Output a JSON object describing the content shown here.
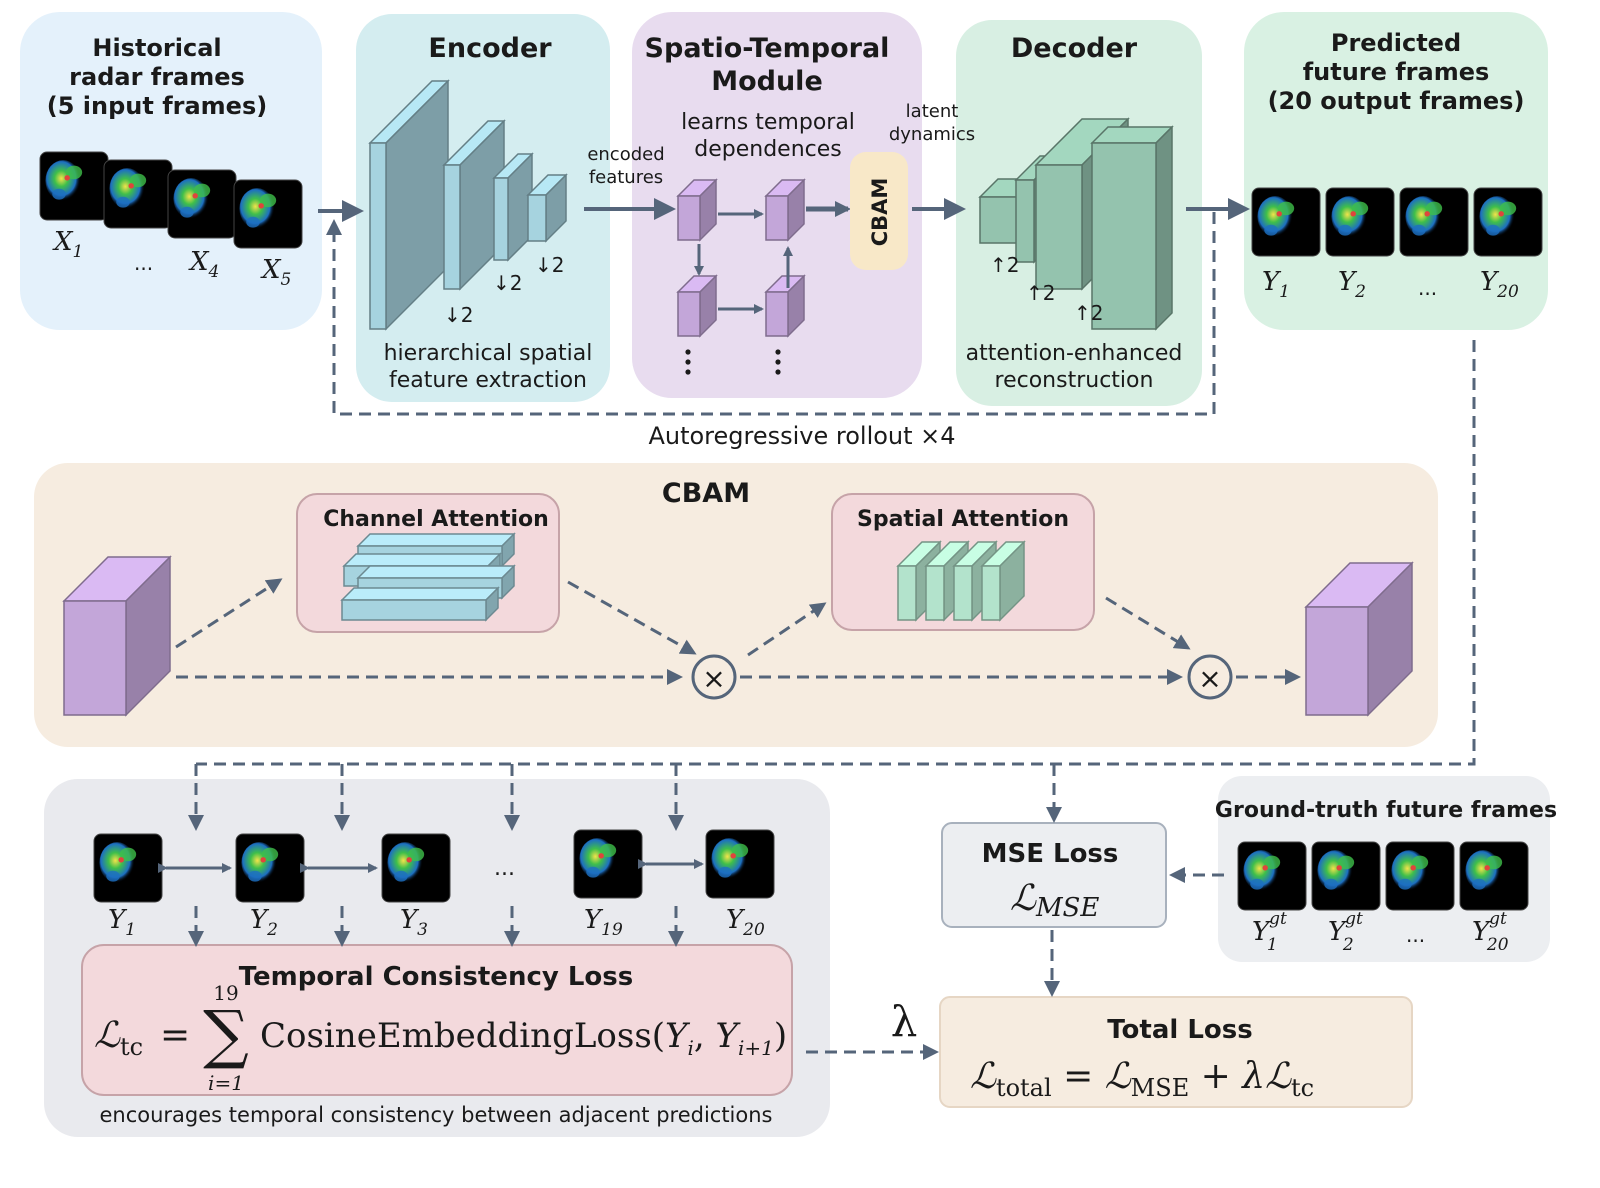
{
  "input": {
    "title_lines": [
      "Historical",
      "radar frames",
      "(5 input frames)"
    ],
    "labels": [
      "X",
      "...",
      "X",
      "X"
    ],
    "subs": [
      "1",
      "",
      "4",
      "5"
    ]
  },
  "encoder": {
    "title": "Encoder",
    "downs": [
      "↓2",
      "↓2",
      "↓2"
    ],
    "desc_lines": [
      "hierarchical spatial",
      "feature extraction"
    ]
  },
  "encoded_features_lines": [
    "encoded",
    "features"
  ],
  "stm": {
    "title_lines": [
      "Spatio-Temporal",
      "Module"
    ],
    "desc_lines": [
      "learns temporal",
      "dependences"
    ],
    "cbam_label": "CBAM"
  },
  "latent_dynamics_lines": [
    "latent",
    "dynamics"
  ],
  "decoder": {
    "title": "Decoder",
    "ups": [
      "↑2",
      "↑2",
      "↑2"
    ],
    "desc_lines": [
      "attention-enhanced",
      "reconstruction"
    ]
  },
  "output": {
    "title_lines": [
      "Predicted",
      "future frames",
      "(20 output frames)"
    ],
    "labels": [
      "Y",
      "Y",
      "...",
      "Y"
    ],
    "subs": [
      "1",
      "2",
      "",
      "20"
    ]
  },
  "rollout_label": "Autoregressive rollout ×4",
  "cbam": {
    "title": "CBAM",
    "channel_title": "Channel Attention",
    "spatial_title": "Spatial Attention",
    "multiply_symbol": "×"
  },
  "tc": {
    "labels": [
      "Y",
      "Y",
      "Y",
      "...",
      "Y",
      "Y"
    ],
    "subs": [
      "1",
      "2",
      "3",
      "",
      "19",
      "20"
    ],
    "title": "Temporal Consistency Loss",
    "formula_lhs": "ℒ",
    "formula_lhs_sub": "tc",
    "formula_eq": "=",
    "sum_top": "19",
    "sum_bottom": "i=1",
    "formula_body": "CosineEmbeddingLoss(",
    "formula_args": "Y",
    "desc": "encourages temporal consistency between adjacent predictions"
  },
  "lambda_label": "λ",
  "mse": {
    "title": "MSE Loss",
    "symbol": "ℒ",
    "symbol_sub": "MSE"
  },
  "gt": {
    "title": "Ground-truth future frames",
    "labels": [
      "Y",
      "Y",
      "...",
      "Y"
    ],
    "subs": [
      "1",
      "2",
      "",
      "20"
    ],
    "sup": "gt"
  },
  "total": {
    "title": "Total Loss",
    "formula": "ℒ",
    "formula_sub": "total",
    "formula_rest": "= ℒ",
    "formula_rest_sub": "MSE",
    "formula_tail": "+ λℒ",
    "formula_tail_sub": "tc"
  },
  "colors": {
    "input_bg": "#e4f1fb",
    "encoder_bg": "#d4edf0",
    "stm_bg": "#e8dcef",
    "decoder_bg": "#d8efe3",
    "output_bg": "#d9f1e3",
    "cbam_bg": "#f6ece0",
    "loss_panel_bg": "#e9eaee",
    "pink_box": "#f3d9dc",
    "gt_bg": "#eceef1",
    "mse_bg": "#eceef1",
    "total_bg": "#f6ece0",
    "arrow": "#55657a",
    "enc_block": "#a6d3df",
    "dec_block": "#94c3ae",
    "cube_purple": "#c3a6d9"
  }
}
